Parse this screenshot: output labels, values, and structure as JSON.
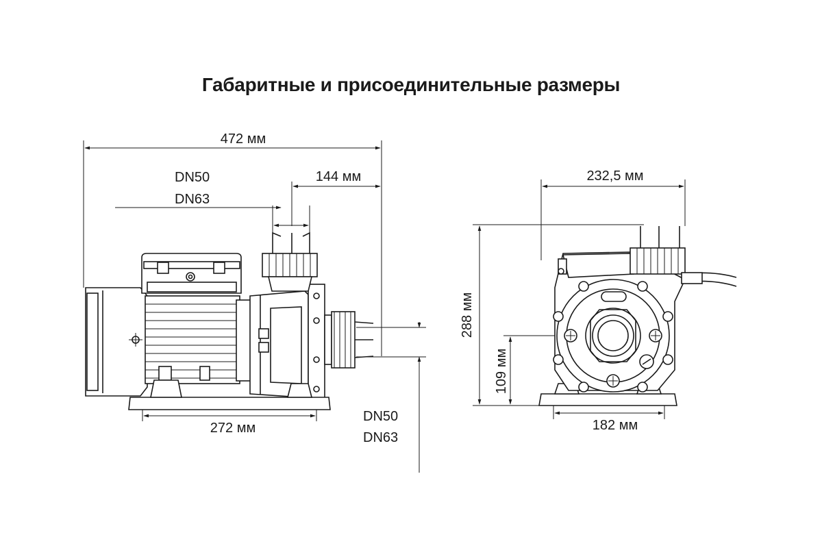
{
  "title": "Габаритные и присоединительные размеры",
  "side_view": {
    "overall_length": "472 мм",
    "outlet_offset": "144 мм",
    "top_port_sizes": [
      "DN50",
      "DN63"
    ],
    "base_length": "272 мм",
    "front_port_sizes": [
      "DN50",
      "DN63"
    ]
  },
  "front_view": {
    "width": "232,5 мм",
    "height": "288 мм",
    "axis_height": "109 мм",
    "base_width": "182 мм"
  }
}
